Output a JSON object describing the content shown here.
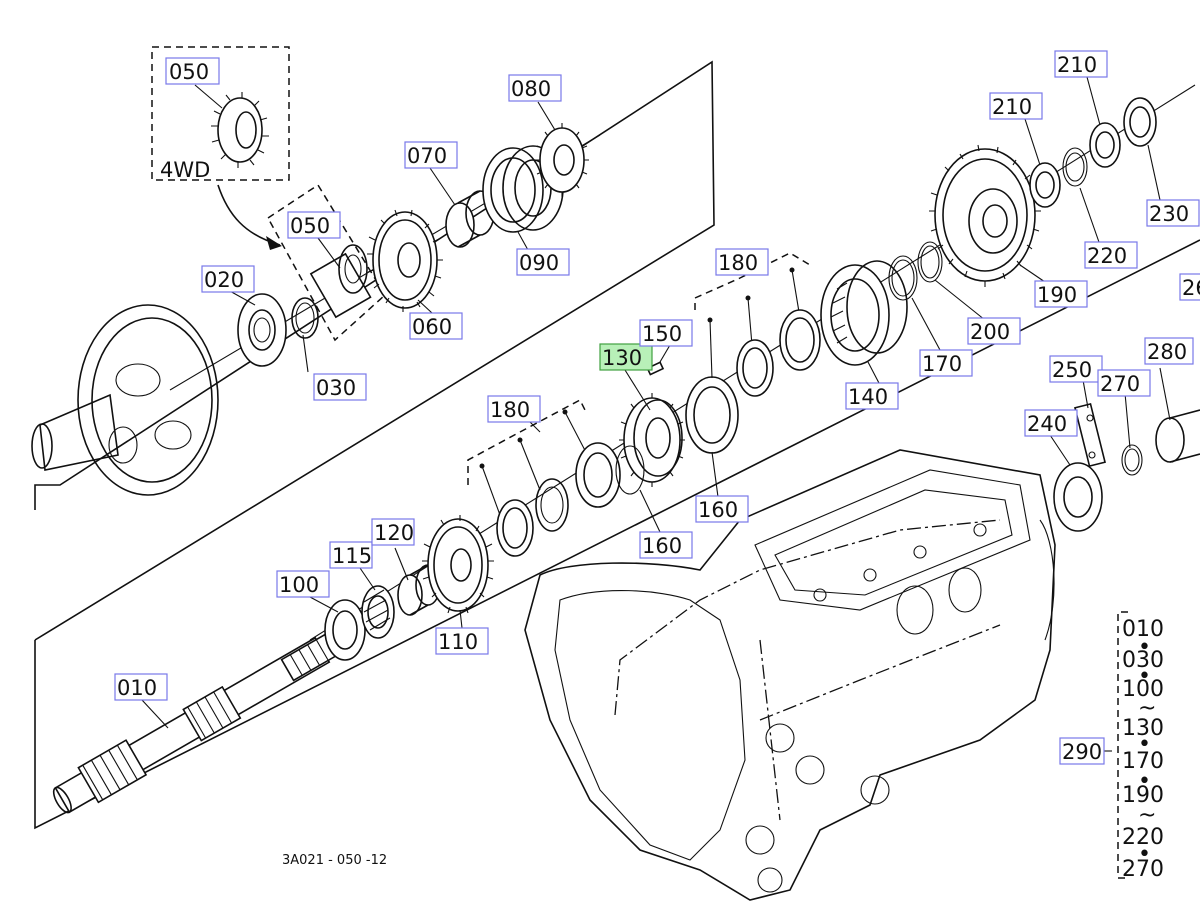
{
  "callouts": {
    "c050a": "050",
    "c050b": "050",
    "c020": "020",
    "c030": "030",
    "c060": "060",
    "c070": "070",
    "c080": "080",
    "c090": "090",
    "c010": "010",
    "c100": "100",
    "c115": "115",
    "c120": "120",
    "c110": "110",
    "c180a": "180",
    "c180b": "180",
    "c130": "130",
    "c150": "150",
    "c160a": "160",
    "c160b": "160",
    "c140": "140",
    "c170": "170",
    "c200": "200",
    "c190": "190",
    "c210a": "210",
    "c210b": "210",
    "c220": "220",
    "c230": "230",
    "c240": "240",
    "c250": "250",
    "c270": "270",
    "c280": "280",
    "c290": "290",
    "c26": "26"
  },
  "inset_label": "4WD",
  "drawing_code": "3A021 - 050 -12",
  "side_list": [
    "010",
    "030",
    "100",
    "130",
    "170",
    "190",
    "220",
    "270"
  ],
  "side_list_separators": [
    "•",
    "•",
    "~",
    "•",
    "•",
    "~",
    "•"
  ],
  "colors": {
    "callout_border": "#7878e8",
    "highlight_fill": "#b8f0b8",
    "line": "#111111"
  }
}
